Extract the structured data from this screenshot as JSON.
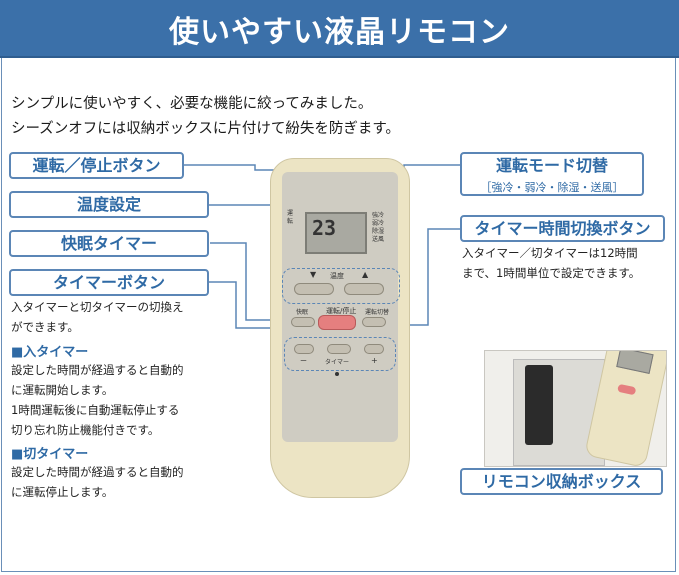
{
  "banner": {
    "title": "使いやすい液晶リモコン"
  },
  "intro": {
    "line1": "シンプルに使いやすく、必要な機能に絞ってみました。",
    "line2": "シーズンオフには収納ボックスに片付けて紛失を防ぎます。"
  },
  "labels": {
    "run_stop": "運転／停止ボタン",
    "temp": "温度設定",
    "sleep_timer": "快眠タイマー",
    "timer_button": "タイマーボタン",
    "mode_switch": "運転モード切替",
    "mode_options": "［強冷・弱冷・除湿・送風］",
    "timer_toggle": "タイマー時間切換ボタン",
    "storage_box": "リモコン収納ボックス"
  },
  "descriptions": {
    "timer_toggle_1": "入タイマー／切タイマーは12時間",
    "timer_toggle_2": "まで、1時間単位で設定できます。",
    "timer_button_1": "入タイマーと切タイマーの切換え",
    "timer_button_2": "ができます。",
    "on_timer_head": "入タイマー",
    "on_timer_1": "設定した時間が経過すると自動的",
    "on_timer_2": "に運転開始します。",
    "on_timer_3": "1時間運転後に自動運転停止する",
    "on_timer_4": "切り忘れ防止機能付きです。",
    "off_timer_head": "切タイマー",
    "off_timer_1": "設定した時間が経過すると自動的",
    "off_timer_2": "に運転停止します。",
    "square": "■"
  },
  "remote": {
    "lcd_value": "23",
    "temp_label": "温度",
    "run_stop_label": "運転/停止",
    "sleep_label": "快眠",
    "mode_label": "運転切替",
    "timer_label": "タイマー",
    "left_icons": "運転",
    "right_modes": "強冷 弱冷 除湿 送風",
    "minus": "ー",
    "plus": "+"
  },
  "colors": {
    "banner": "#3b70a9",
    "label_text": "#2f6aa5",
    "label_border": "#5b86b6",
    "remote_body": "#ece4c4",
    "red_button": "#e57f7f"
  }
}
